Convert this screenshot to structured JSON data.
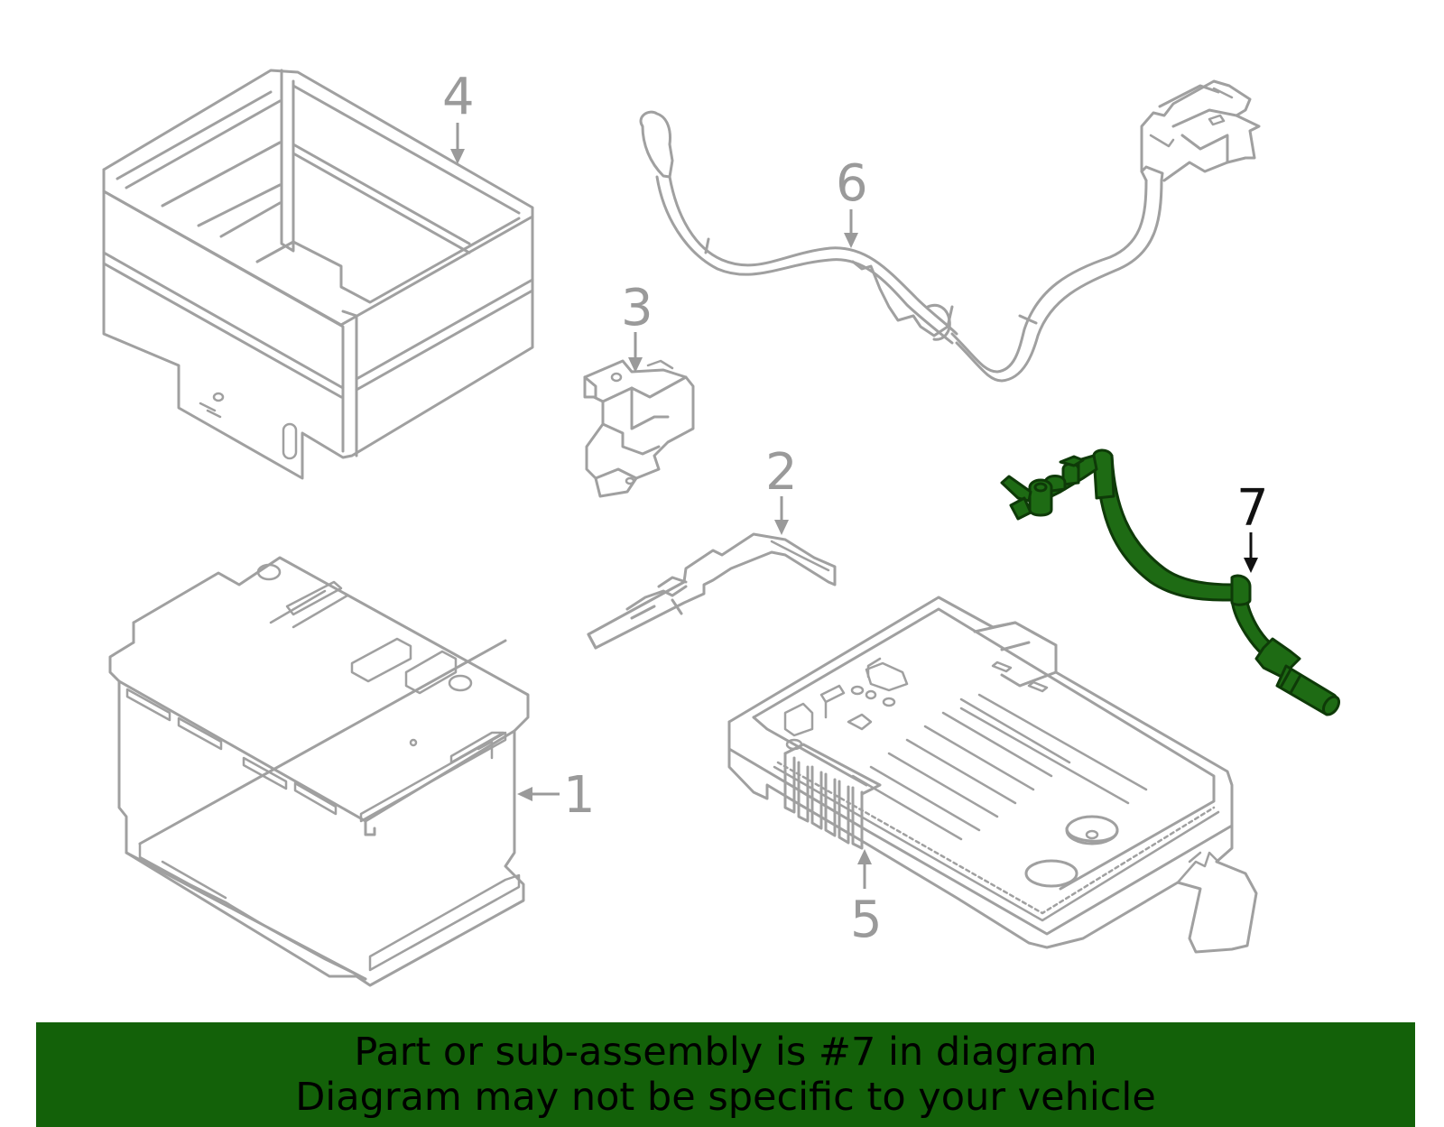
{
  "colors": {
    "banner_background": "#136109",
    "highlight_part": "#1e6b14",
    "outline": "#a0a0a0",
    "callout_text": "#9a9a9a",
    "active_callout_text": "#111111"
  },
  "callouts": {
    "c1": "1",
    "c2": "2",
    "c3": "3",
    "c4": "4",
    "c5": "5",
    "c6": "6",
    "c7": "7"
  },
  "highlighted_part": "7",
  "banner": {
    "line1": "Part or sub-assembly is #7 in diagram",
    "line2": "Diagram may not be specific to your vehicle"
  }
}
